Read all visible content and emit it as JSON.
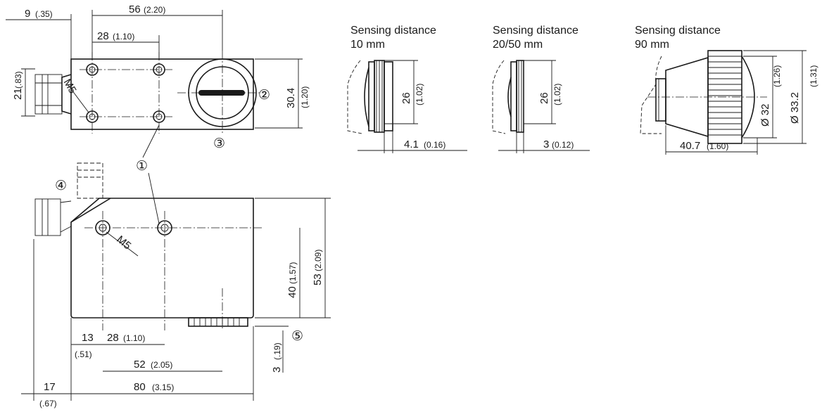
{
  "side_view": {
    "dims": {
      "w56": "56",
      "w56_in": "(2.20)",
      "w9": "9",
      "w9_in": "(.35)",
      "w28": "28",
      "w28_in": "(1.10)",
      "h21": "21",
      "h21_in": "(.83)",
      "h30": "30.4",
      "h30_in": "(1.20)",
      "thread": "M5"
    },
    "callouts": {
      "c2": "②",
      "c3": "③"
    }
  },
  "front_view": {
    "dims": {
      "h40": "40",
      "h40_in": "(1.57)",
      "h53": "53",
      "h53_in": "(2.09)",
      "w13": "13",
      "w13_in": "(.51)",
      "w28": "28",
      "w28_in": "(1.10)",
      "w52": "52",
      "w52_in": "(2.05)",
      "w17": "17",
      "w17_in": "(.67)",
      "w80": "80",
      "w80_in": "(3.15)",
      "h3": "3",
      "h3_in": "(.19)",
      "thread": "M5"
    },
    "callouts": {
      "c1": "①",
      "c4": "④",
      "c5": "⑤"
    }
  },
  "lens_variants": [
    {
      "label1": "Sensing distance",
      "label2": "10 mm",
      "dia": "26",
      "dia_in": "(1.02)",
      "len": "4.1",
      "len_in": "(0.16)"
    },
    {
      "label1": "Sensing distance",
      "label2": "20/50 mm",
      "dia": "26",
      "dia_in": "(1.02)",
      "len": "3",
      "len_in": "(0.12)"
    },
    {
      "label1": "Sensing distance",
      "label2": "90 mm",
      "dia": "Ø 32",
      "dia_in": "(1.26)",
      "dia2": "Ø 33.2",
      "dia2_in": "(1.31)",
      "len": "40.7",
      "len_in": "(1.60)"
    }
  ]
}
